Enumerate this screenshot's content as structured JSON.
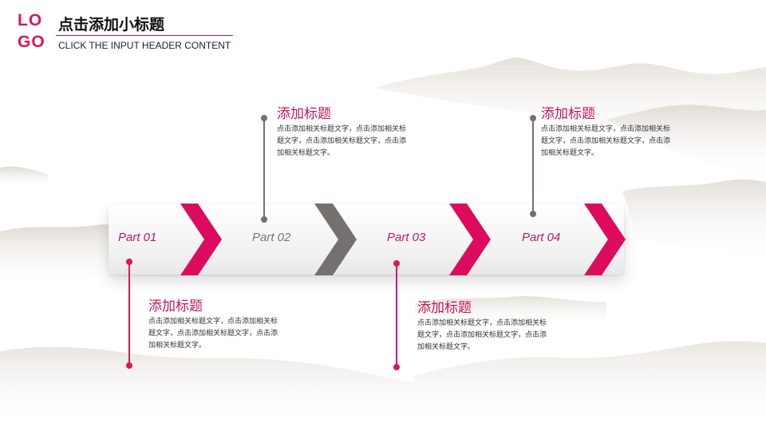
{
  "logo": {
    "line1": "LO",
    "line2": "GO"
  },
  "header": {
    "title": "点击添加小标题",
    "subtitle": "CLICK THE INPUT HEADER CONTENT"
  },
  "colors": {
    "accent": "#d8175f",
    "muted": "#76706f"
  },
  "parts": [
    {
      "label": "Part 01"
    },
    {
      "label": "Part 02"
    },
    {
      "label": "Part 03"
    },
    {
      "label": "Part 04"
    }
  ],
  "callouts": [
    {
      "title": "添加标题",
      "body": "点击添加相关标题文字，点击添加相关标题文字，点击添加相关标题文字，点击添加相关标题文字。"
    },
    {
      "title": "添加标题",
      "body": "点击添加相关标题文字，点击添加相关标题文字，点击添加相关标题文字，点击添加相关标题文字。"
    },
    {
      "title": "添加标题",
      "body": "点击添加相关标题文字，点击添加相关标题文字，点击添加相关标题文字，点击添加相关标题文字。"
    },
    {
      "title": "添加标题",
      "body": "点击添加相关标题文字，点击添加相关标题文字，点击添加相关标题文字，点击添加相关标题文字。"
    }
  ]
}
